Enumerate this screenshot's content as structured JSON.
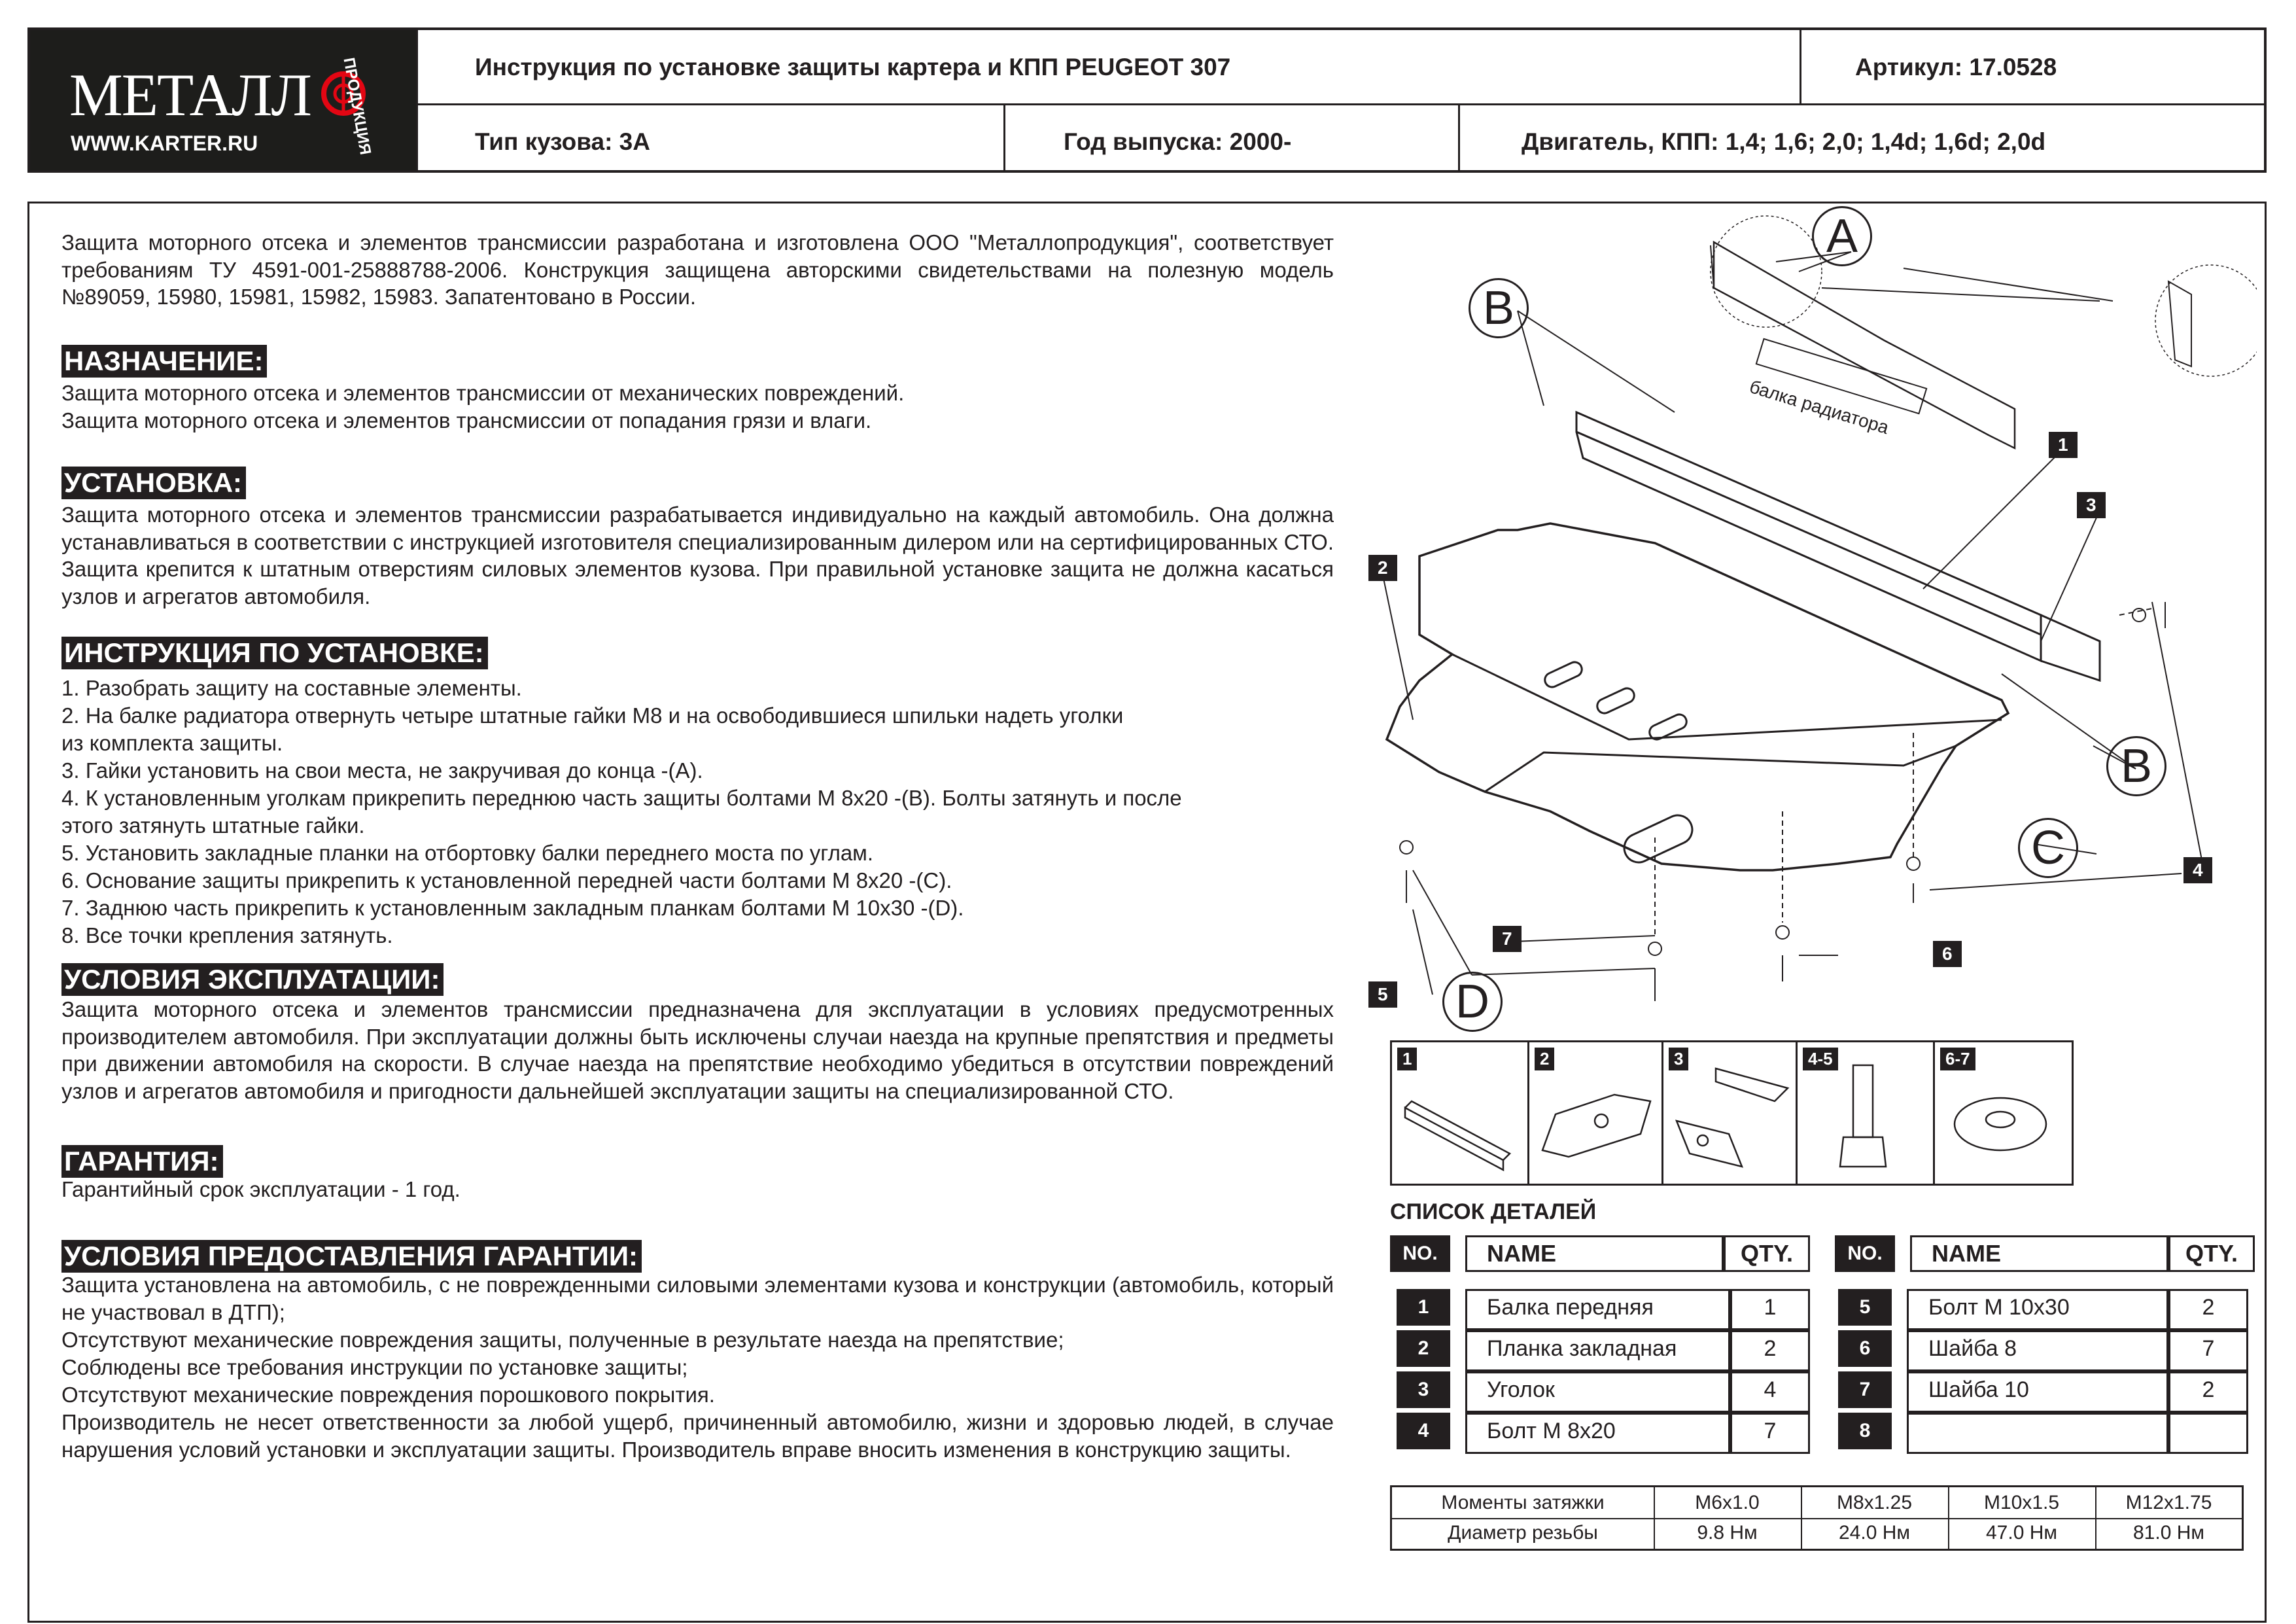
{
  "header": {
    "logo_main": "МЕТАЛЛ",
    "logo_arc": "ПРОДУКЦИЯ",
    "logo_url": "WWW.KARTER.RU",
    "title": "Инструкция по установке защиты картера и КПП   PEUGEOT 307",
    "article": "Артикул: 17.0528",
    "body_type": "Тип кузова: 3А",
    "year": "Год выпуска: 2000-",
    "engine": "Двигатель, КПП: 1,4; 1,6; 2,0; 1,4d; 1,6d; 2,0d"
  },
  "intro": "Защита моторного отсека и элементов трансмиссии разработана и изготовлена ООО \"Металлопродукция\", соответствует требованиям ТУ 4591-001-25888788-2006. Конструкция защищена авторскими свидетельствами на полезную модель №89059, 15980, 15981, 15982, 15983. Запатентовано в России.",
  "sections": {
    "purpose_title": "НАЗНАЧЕНИЕ:",
    "purpose_lines": [
      "Защита моторного отсека и элементов трансмиссии от механических повреждений.",
      "Защита моторного отсека и элементов трансмиссии от попадания грязи и влаги."
    ],
    "install_title": "УСТАНОВКА:",
    "install_text": "Защита моторного отсека и элементов трансмиссии разрабатывается индивидуально на каждый автомобиль. Она должна устанавливаться в соответствии с инструкцией изготовителя специализированным дилером или на сертифицированных СТО. Защита крепится к штатным отверстиям силовых элементов кузова. При правильной установке защита не должна касаться узлов и агрегатов автомобиля.",
    "steps_title": "ИНСТРУКЦИЯ ПО УСТАНОВКЕ:",
    "steps": [
      "1. Разобрать защиту на составные элементы.",
      "2. На балке радиатора отвернуть четыре штатные гайки М8 и на освободившиеся шпильки надеть уголки",
      "из комплекта защиты.",
      "3. Гайки установить на свои места, не закручивая до конца  -(А).",
      "4. К установленным уголкам прикрепить переднюю часть защиты болтами М 8х20  -(В). Болты затянуть и после",
      "этого затянуть штатные гайки.",
      "5. Установить закладные планки на отбортовку балки переднего моста по углам.",
      "6. Основание защиты прикрепить к установленной передней части болтами М 8х20  -(С).",
      "7. Заднюю часть прикрепить к установленным закладным планкам болтами М 10х30  -(D).",
      "8. Все точки крепления затянуть."
    ],
    "operation_title": "УСЛОВИЯ ЭКСПЛУАТАЦИИ:",
    "operation_text": "Защита моторного отсека и элементов трансмиссии предназначена для эксплуатации в условиях предусмотренных производителем автомобиля. При эксплуатации должны быть исключены случаи наезда на крупные препятствия и предметы при движении автомобиля на скорости. В случае наезда на препятствие необходимо убедиться в отсутствии повреждений узлов и агрегатов автомобиля и пригодности дальнейшей эксплуатации защиты на специализированной СТО.",
    "warranty_title": "ГАРАНТИЯ:",
    "warranty_text": "Гарантийный срок эксплуатации - 1 год.",
    "conditions_title": "УСЛОВИЯ ПРЕДОСТАВЛЕНИЯ ГАРАНТИИ:",
    "conditions_first": "Защита установлена на автомобиль, с не поврежденными силовыми элементами кузова и конструкции (автомобиль, который не участвовал в ДТП);",
    "conditions_lines": [
      "Отсутствуют механические повреждения защиты, полученные в результате наезда на препятствие;",
      "Соблюдены все требования инструкции по установке защиты;",
      "Отсутствуют механические повреждения порошкового покрытия."
    ],
    "conditions_last": "Производитель не несет ответственности за любой ущерб, причиненный автомобилю,  жизни и здоровью людей, в случае нарушения условий установки и эксплуатации защиты. Производитель вправе вносить изменения в конструкцию защиты."
  },
  "diagram": {
    "callout_A": "A",
    "callout_B": "B",
    "callout_C": "C",
    "callout_D": "D",
    "beam_label": "балка радиатора",
    "part_tags": [
      "1",
      "2",
      "3",
      "4",
      "5",
      "6",
      "7"
    ]
  },
  "thumbnails": [
    "1",
    "2",
    "3",
    "4-5",
    "6-7"
  ],
  "parts": {
    "title": "СПИСОК ДЕТАЛЕЙ",
    "col_no": "NO.",
    "col_name": "NAME",
    "col_qty": "QTY.",
    "left": [
      {
        "no": "1",
        "name": "Балка передняя",
        "qty": "1"
      },
      {
        "no": "2",
        "name": "Планка закладная",
        "qty": "2"
      },
      {
        "no": "3",
        "name": "Уголок",
        "qty": "4"
      },
      {
        "no": "4",
        "name": "Болт М 8х20",
        "qty": "7"
      }
    ],
    "right": [
      {
        "no": "5",
        "name": "Болт М 10х30",
        "qty": "2"
      },
      {
        "no": "6",
        "name": "Шайба 8",
        "qty": "7"
      },
      {
        "no": "7",
        "name": "Шайба 10",
        "qty": "2"
      },
      {
        "no": "8",
        "name": "",
        "qty": ""
      }
    ]
  },
  "torque": {
    "row1_label": "Моменты затяжки",
    "row2_label": "Диаметр резьбы",
    "threads": [
      "M6x1.0",
      "M8x1.25",
      "M10x1.5",
      "M12x1.75"
    ],
    "values": [
      "9.8 Нм",
      "24.0 Нм",
      "47.0 Нм",
      "81.0 Нм"
    ]
  }
}
